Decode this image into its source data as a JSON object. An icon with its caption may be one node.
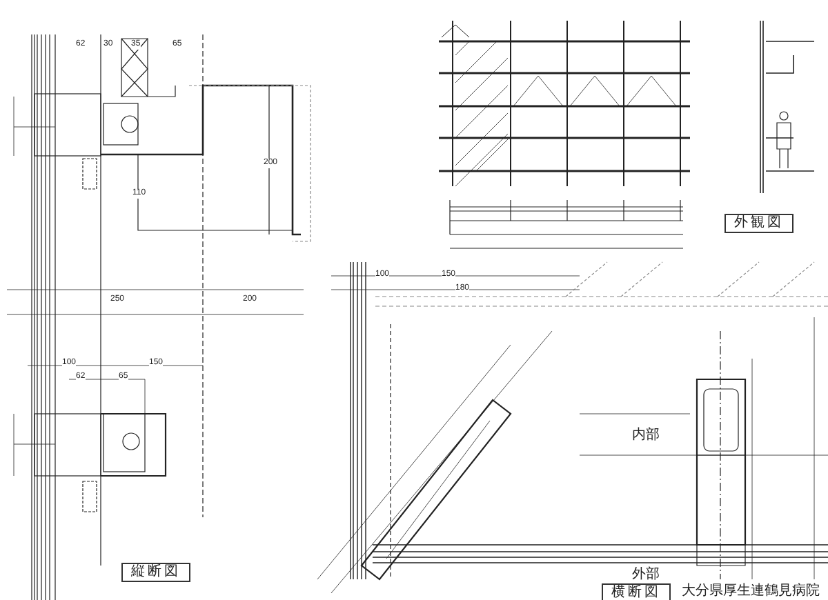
{
  "diagram": {
    "labels": [
      "62",
      "30",
      "35",
      "65",
      "110",
      "200",
      "250",
      "200",
      "100",
      "150",
      "62",
      "65",
      "縦断図",
      "外観図",
      "100",
      "150",
      "180",
      "内部",
      "外部",
      "横断図",
      "大分県厚生連鶴見病院"
    ]
  }
}
